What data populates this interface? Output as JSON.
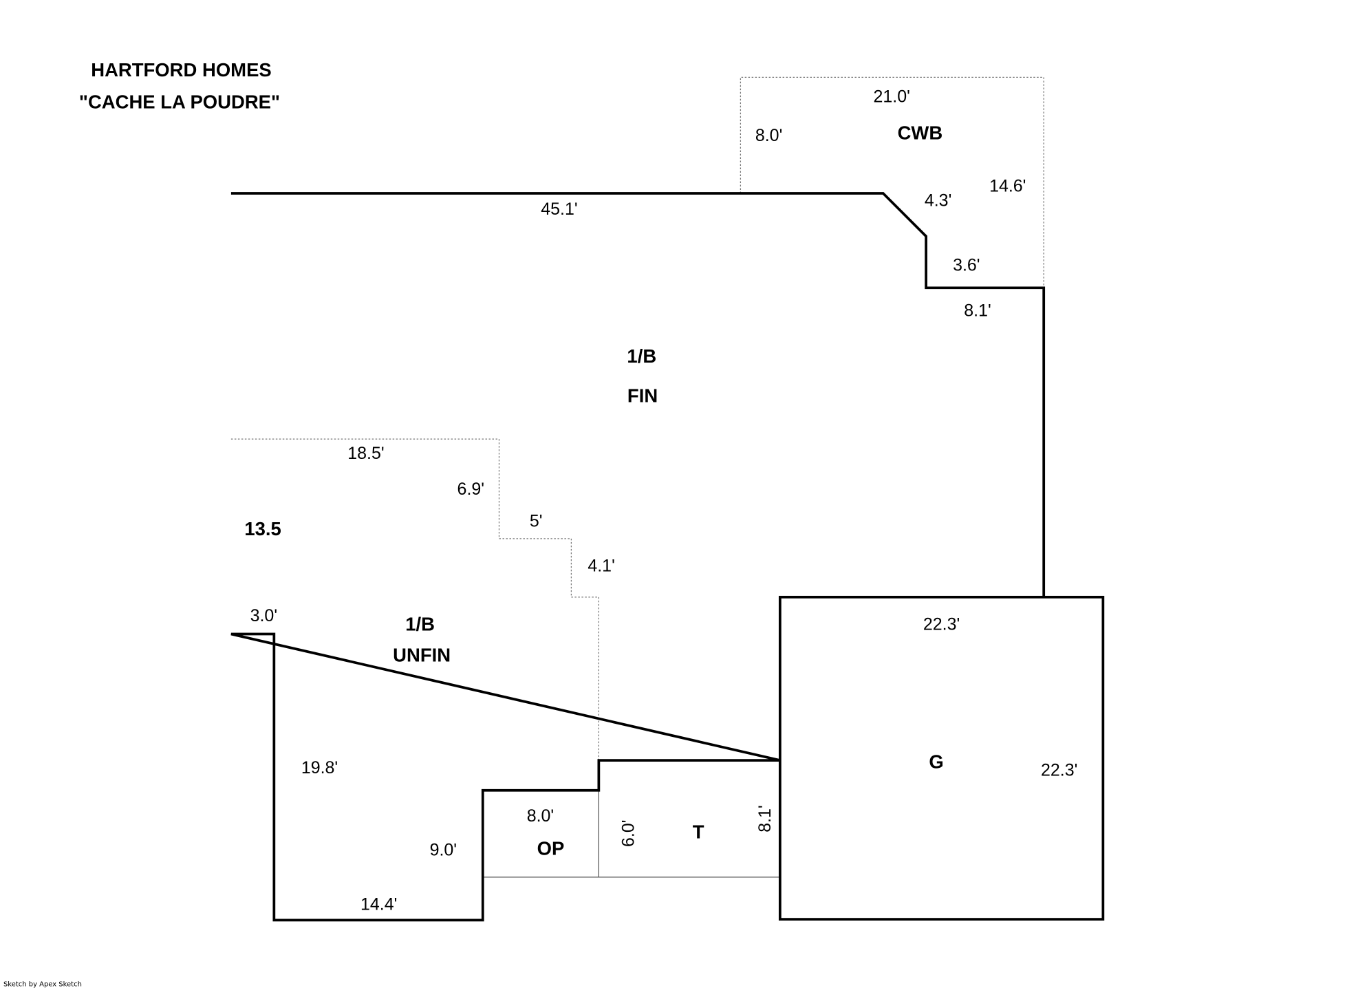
{
  "header": {
    "line1": "HARTFORD HOMES",
    "line2": "\"CACHE LA POUDRE\""
  },
  "areas": {
    "cwb": "CWB",
    "fin_1": "1/B",
    "fin_2": "FIN",
    "unfin_1": "1/B",
    "unfin_2": "UNFIN",
    "op": "OP",
    "t": "T",
    "g": "G",
    "unfin_side": "13.5"
  },
  "dimensions": {
    "cwb_top": "21.0'",
    "cwb_left": "8.0'",
    "cwb_diag": "4.3'",
    "cwb_right": "14.6'",
    "cwb_step": "3.6'",
    "main_top": "45.1'",
    "main_step": "8.1'",
    "unfin_top": "18.5'",
    "unfin_v1": "6.9'",
    "unfin_h2": "5'",
    "unfin_v2": "4.1'",
    "left_step": "3.0'",
    "left_wall": "19.8'",
    "op_inner": "9.0'",
    "bottom": "14.4'",
    "op_top": "8.0'",
    "t_left": "6.0'",
    "t_right": "8.1'",
    "g_top": "22.3'",
    "g_right": "22.3'"
  },
  "footer": "Sketch by Apex Sketch"
}
